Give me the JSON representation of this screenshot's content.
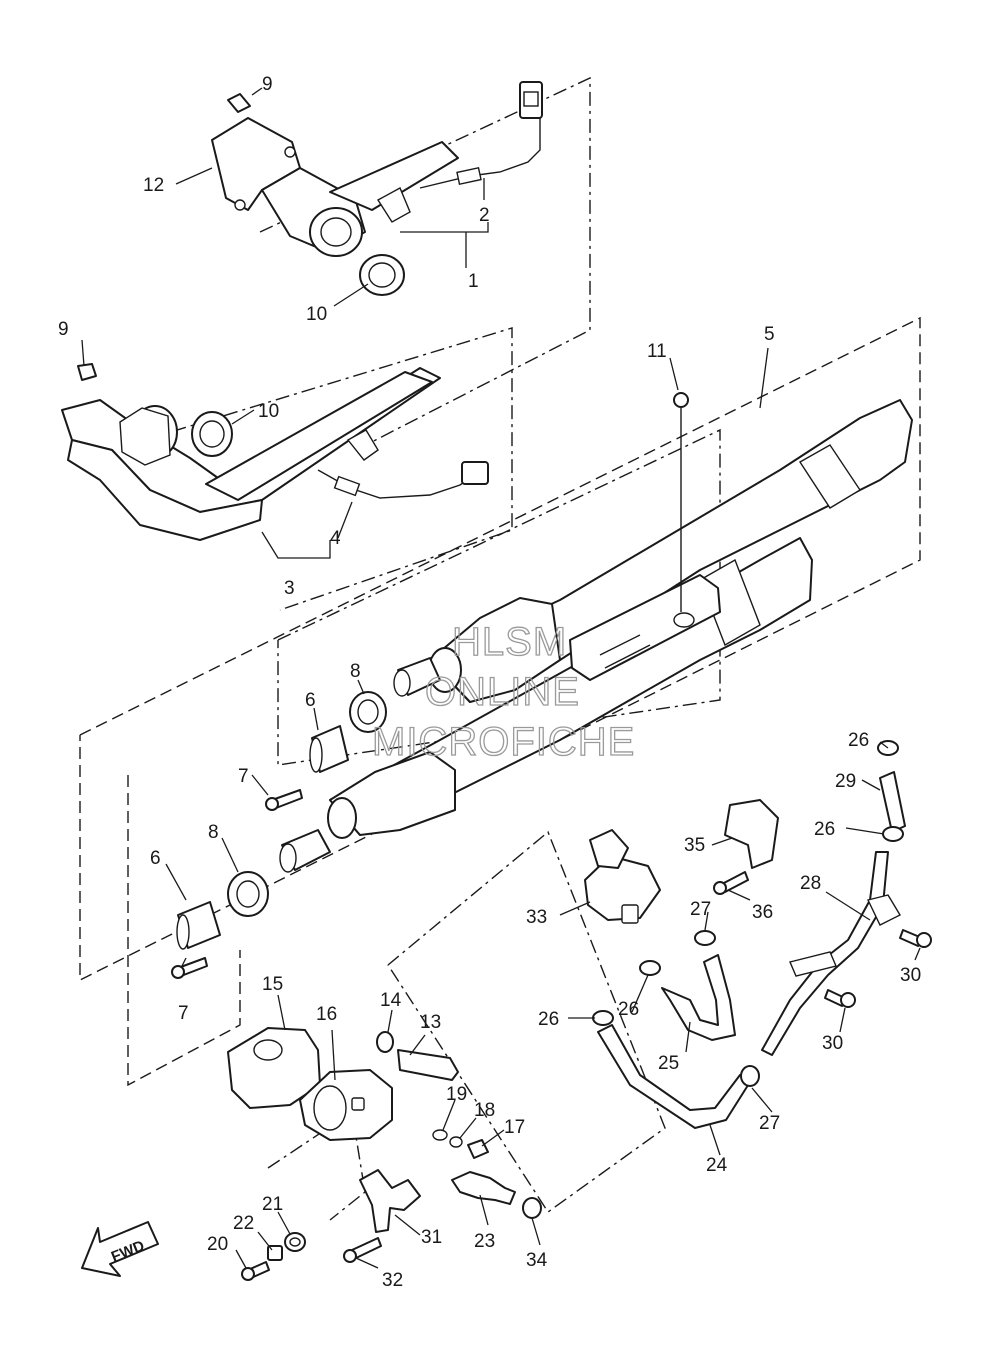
{
  "watermark": {
    "line1": "HLSM",
    "line2": "ONLINE",
    "line3": "MICROFICHE"
  },
  "direction_arrow": {
    "label": "FWD",
    "icon": "arrow-forward-icon"
  },
  "callouts": {
    "c1": "1",
    "c2": "2",
    "c3": "3",
    "c4": "4",
    "c5": "5",
    "c6a": "6",
    "c6b": "6",
    "c7a": "7",
    "c7b": "7",
    "c8a": "8",
    "c8b": "8",
    "c9a": "9",
    "c9b": "9",
    "c10a": "10",
    "c10b": "10",
    "c11": "11",
    "c12": "12",
    "c13": "13",
    "c14": "14",
    "c15": "15",
    "c16": "16",
    "c17": "17",
    "c18": "18",
    "c19": "19",
    "c20": "20",
    "c21": "21",
    "c22": "22",
    "c23": "23",
    "c24": "24",
    "c25": "25",
    "c26a": "26",
    "c26b": "26",
    "c26c": "26",
    "c26d": "26",
    "c27a": "27",
    "c27b": "27",
    "c28": "28",
    "c29": "29",
    "c30a": "30",
    "c30b": "30",
    "c31": "31",
    "c32": "32",
    "c33": "33",
    "c34": "34",
    "c35": "35",
    "c36": "36"
  }
}
